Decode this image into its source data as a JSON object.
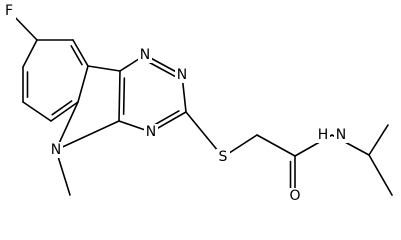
{
  "molecule": {
    "atoms": {
      "fluorine": "F",
      "ring_nitrogen_1": "N",
      "ring_nitrogen_2": "N",
      "ring_nitrogen_3": "N",
      "indole_nitrogen": "N",
      "sulfur": "S",
      "carbonyl_oxygen": "O",
      "amide_nitrogen": "N",
      "amide_hydrogen": "H"
    },
    "colors": {
      "bond": "#000000",
      "label": "#000000",
      "background": "#ffffff"
    }
  }
}
